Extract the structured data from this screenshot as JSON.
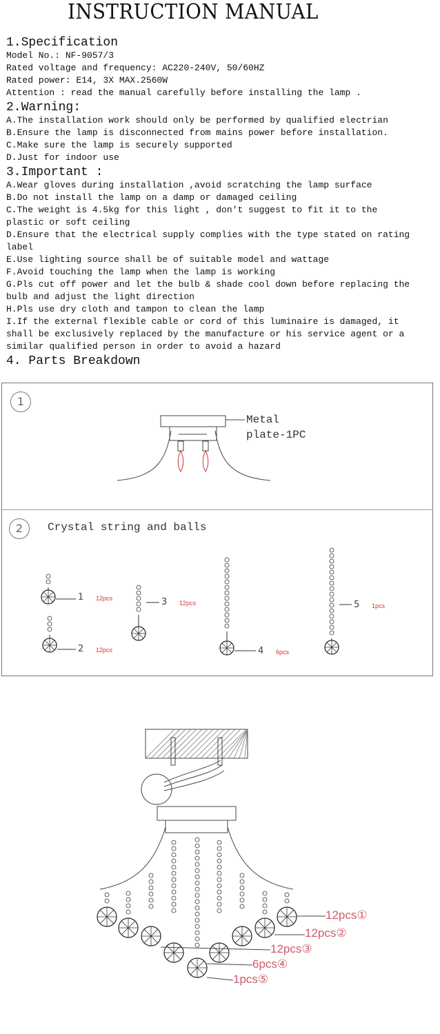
{
  "title": "INSTRUCTION MANUAL",
  "sections": [
    {
      "heading": "1.Specification",
      "lines": [
        "Model No.: NF-9057/3",
        "Rated voltage and frequency: AC220-240V, 50/60HZ",
        "Rated power: E14, 3X MAX.2560W",
        "Attention : read the manual carefully before installing the lamp ."
      ]
    },
    {
      "heading": "2.Warning:",
      "lines": [
        "A.The installation work should only be performed by qualified electrian",
        "B.Ensure the lamp is disconnected from mains power before installation.",
        "C.Make sure the lamp is securely supported",
        "D.Just for indoor use"
      ]
    },
    {
      "heading": "3.Important :",
      "lines": [
        "A.Wear gloves during installation ,avoid scratching the lamp surface",
        "B.Do not install the lamp on a damp or damaged ceiling",
        "C.The weight is 4.5kg for this light , don't suggest to fit it to the",
        "plastic or soft ceiling",
        "D.Ensure that the electrical supply complies with the type stated on rating",
        "label",
        "E.Use lighting source shall be of suitable model and wattage",
        "F.Avoid touching the lamp when the lamp is working",
        "G.Pls cut off power and let the bulb & shade cool down before replacing the",
        "bulb and adjust the light direction",
        "H.Pls use dry cloth and tampon to clean the lamp",
        "I.If the external flexible cable or cord of this luminaire is damaged, it",
        "shall be exclusively replaced by the manufacture or his service agent or a",
        "similar qualified person in order to avoid a hazard"
      ]
    },
    {
      "heading": "4. Parts Breakdown",
      "lines": []
    }
  ],
  "parts": {
    "part1": {
      "number": "1",
      "label_line1": "Metal",
      "label_line2": "plate-1PC"
    },
    "part2": {
      "number": "2",
      "label": "Crystal string and balls"
    },
    "strings": [
      {
        "num": "1",
        "pcs": "12pcs"
      },
      {
        "num": "2",
        "pcs": "12pcs"
      },
      {
        "num": "3",
        "pcs": "12pcs"
      },
      {
        "num": "4",
        "pcs": "6pcs"
      },
      {
        "num": "5",
        "pcs": "1pcs"
      }
    ]
  },
  "assembly": {
    "callouts": [
      {
        "text": "12pcs",
        "num": "①"
      },
      {
        "text": "12pcs",
        "num": "②"
      },
      {
        "text": "12pcs",
        "num": "③"
      },
      {
        "text": "6pcs",
        "num": "④"
      },
      {
        "text": "1pcs",
        "num": "⑤"
      }
    ]
  }
}
